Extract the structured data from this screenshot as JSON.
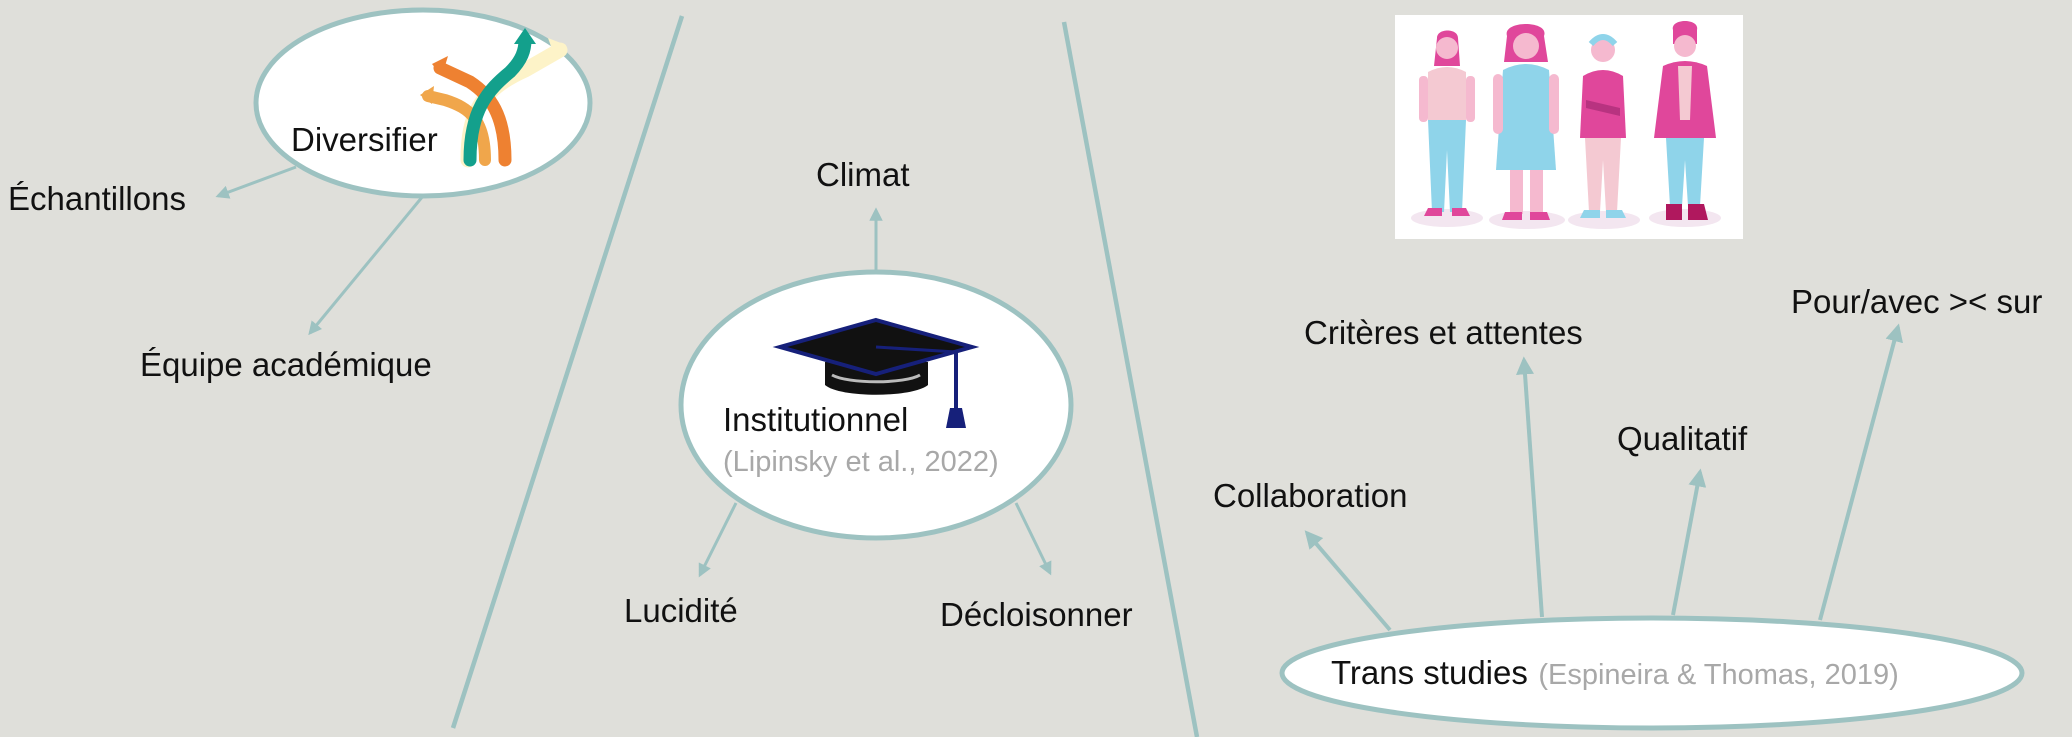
{
  "colors": {
    "background": "#dfdfda",
    "divider": "#9dc2c1",
    "ellipse_stroke": "#9dc2c1",
    "ellipse_fill": "#ffffff",
    "arrow": "#9dc2c1",
    "citation": "#a8a8a8",
    "accent_pink": "#e0479b",
    "accent_teal": "#13a08c",
    "accent_orange": "#ee8131"
  },
  "left": {
    "bubble_label": "Diversifier",
    "icon": "diverging-arrows-icon",
    "branches": [
      "Échantillons",
      "Équipe académique"
    ]
  },
  "middle": {
    "bubble_label": "Institutionnel",
    "bubble_citation": "(Lipinsky et al., 2022)",
    "icon": "graduation-cap-icon",
    "branches": [
      "Climat",
      "Lucidité",
      "Décloisonner"
    ]
  },
  "right": {
    "bubble_label": "Trans studies",
    "bubble_citation": "(Espineira & Thomas, 2019)",
    "illustration": "group-of-people-illustration",
    "branches": [
      "Collaboration",
      "Critères et attentes",
      "Qualitatif",
      "Pour/avec >< sur"
    ]
  }
}
